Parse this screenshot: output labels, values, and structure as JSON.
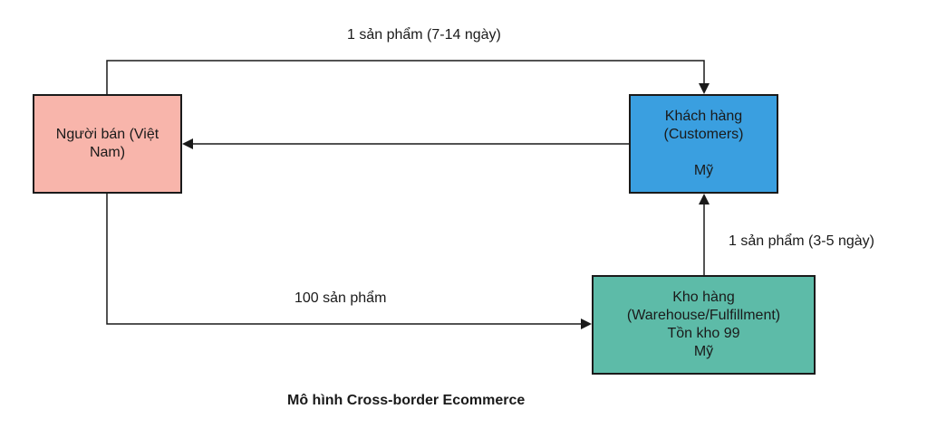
{
  "nodes": {
    "seller": {
      "label": "Người bán (Việt Nam)",
      "color": "#f8b5ab"
    },
    "customer": {
      "line1": "Khách hàng",
      "line2": "(Customers)",
      "location": "Mỹ",
      "color": "#3a9fe0"
    },
    "warehouse": {
      "line1": "Kho hàng",
      "line2": "(Warehouse/Fulfillment)",
      "line3": "Tồn kho 99",
      "location": "Mỹ",
      "color": "#5dbba8"
    }
  },
  "edges": {
    "seller_to_customer": "1 sản phẩm (7-14 ngày)",
    "warehouse_to_customer": "1 sản phẩm (3-5 ngày)",
    "seller_to_warehouse": "100 sản phẩm"
  },
  "caption": "Mô hình Cross-border Ecommerce"
}
